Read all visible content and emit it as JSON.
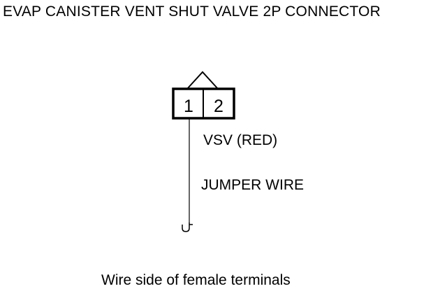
{
  "diagram": {
    "title": "EVAP CANISTER VENT SHUT VALVE 2P CONNECTOR",
    "connector": {
      "pins": [
        "1",
        "2"
      ]
    },
    "labels": {
      "terminal": "VSV (RED)",
      "wire": "JUMPER WIRE"
    },
    "caption": "Wire side of female terminals"
  }
}
